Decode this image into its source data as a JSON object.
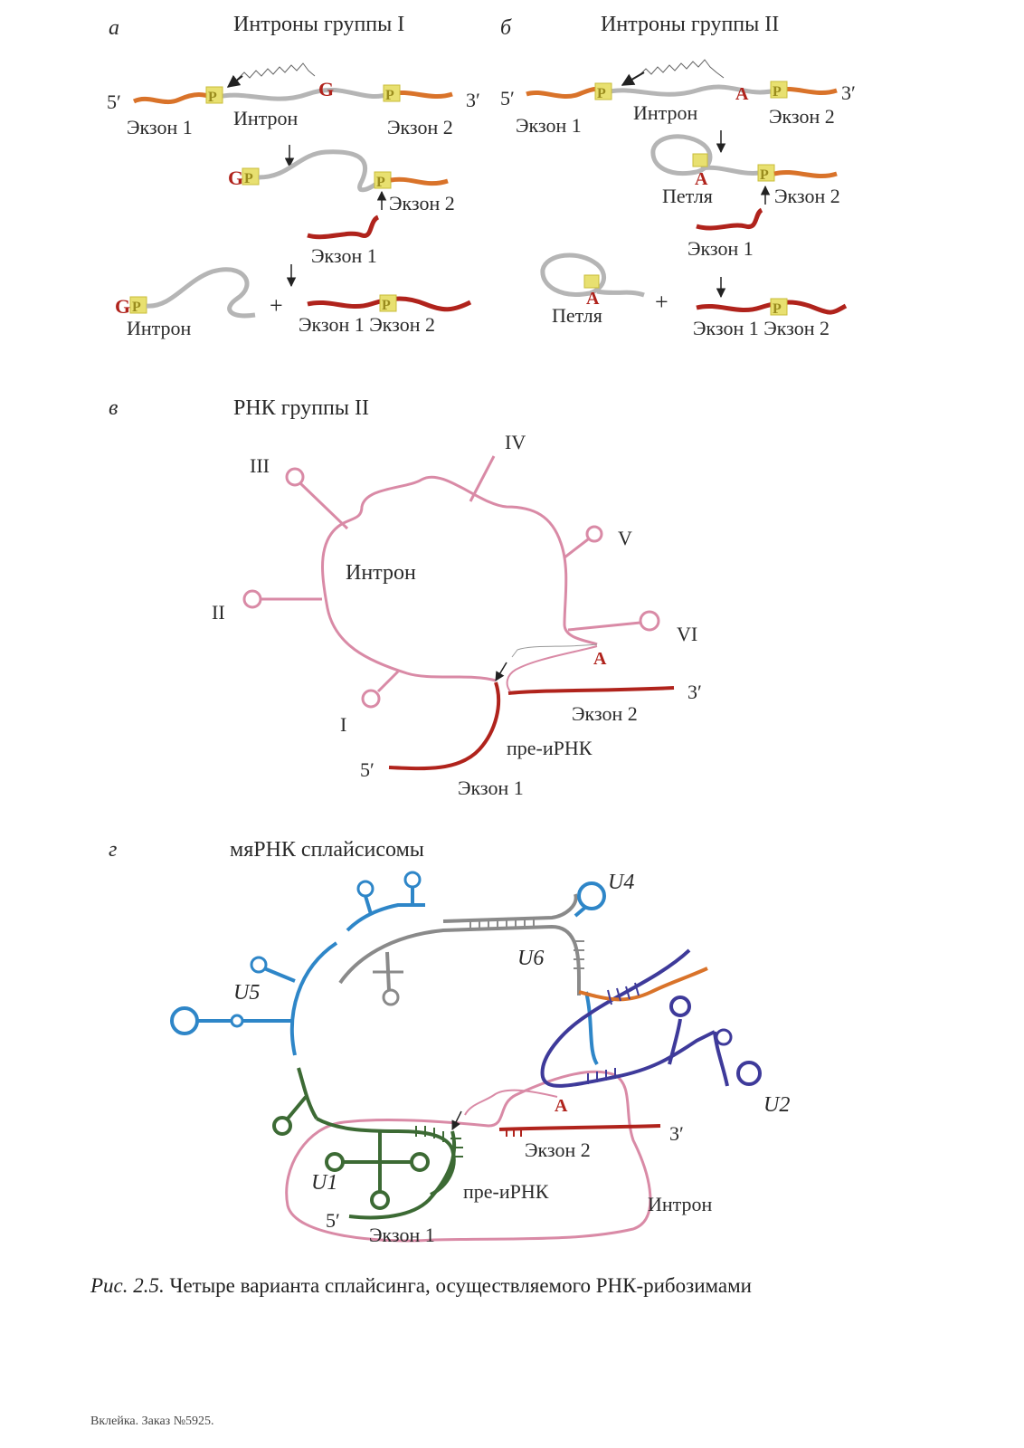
{
  "panels": {
    "a": {
      "letter": "а",
      "title": "Интроны группы I"
    },
    "b": {
      "letter": "б",
      "title": "Интроны группы II"
    },
    "c": {
      "letter": "в",
      "title": "РНК группы II"
    },
    "d": {
      "letter": "г",
      "title": "мяРНК сплайсисомы"
    }
  },
  "labels": {
    "five_prime": "5′",
    "three_prime": "3′",
    "exon1": "Экзон 1",
    "exon2": "Экзон 2",
    "intron": "Интрон",
    "loop": "Петля",
    "plus": "+",
    "g": "G",
    "a": "A",
    "p": "P",
    "gp": "G",
    "pre_mrna": "пре-иРНК",
    "exon1_exon2": "Экзон 1 Экзон 2"
  },
  "domains_group2": [
    "I",
    "II",
    "III",
    "IV",
    "V",
    "VI"
  ],
  "snrna": {
    "u1": "U1",
    "u2": "U2",
    "u4": "U4",
    "u5": "U5",
    "u6": "U6"
  },
  "caption": {
    "lead": "Рис. 2.5.",
    "text": " Четыре варианта сплайсинга, осуществляемого РНК-рибозимами"
  },
  "footer": "Вклейка. Заказ №5925.",
  "colors": {
    "exon_orange": "#d9732a",
    "exon_red": "#b0231c",
    "intron_gray": "#b5b5b5",
    "pink": "#d98aa6",
    "blue": "#2e86c8",
    "dark_green": "#3c6a34",
    "gray_rna": "#8a8a8a",
    "purple": "#3e3a9a"
  }
}
